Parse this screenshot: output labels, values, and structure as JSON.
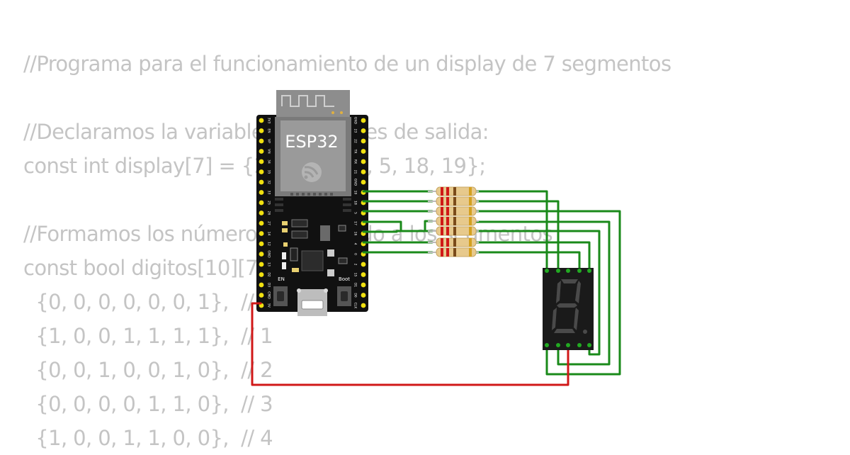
{
  "code_lines": [
    "//Programa para el funcionamiento de un display de 7 segmentos",
    "",
    "//Declaramos la variable de los pines de salida:",
    "const int display[7] = {2, 4, 16, 17, 5, 18, 19};",
    "",
    "//Formamos los números de acuerdo a los segmentos",
    "const bool digitos[10][7] = {",
    "  {0, 0, 0, 0, 0, 0, 1},  // 0",
    "  {1, 0, 0, 1, 1, 1, 1},  // 1",
    "  {0, 0, 1, 0, 0, 1, 0},  // 2",
    "  {0, 0, 0, 0, 1, 1, 0},  // 3",
    "  {1, 0, 0, 1, 1, 0, 0},  // 4"
  ],
  "board": {
    "title": "ESP32",
    "en_label": "EN",
    "boot_label": "Boot",
    "left_pins": [
      "3V3",
      "EN",
      "VP",
      "VN",
      "34",
      "35",
      "32",
      "33",
      "25",
      "26",
      "27",
      "14",
      "12",
      "GND",
      "13",
      "D2",
      "D3",
      "CMD",
      "5V"
    ],
    "right_pins": [
      "GND",
      "23",
      "22",
      "TX",
      "RX",
      "21",
      "GND",
      "19",
      "18",
      "5",
      "17",
      "16",
      "4",
      "0",
      "2",
      "15",
      "D1",
      "D0",
      "CLK"
    ]
  },
  "colors": {
    "wire_green": "#1a8a1a",
    "wire_red": "#d01818",
    "board_black": "#111111",
    "pin_yellow": "#f0e010",
    "code_gray": "#c4c4c4"
  },
  "icons": [
    "espressif-logo-icon"
  ]
}
